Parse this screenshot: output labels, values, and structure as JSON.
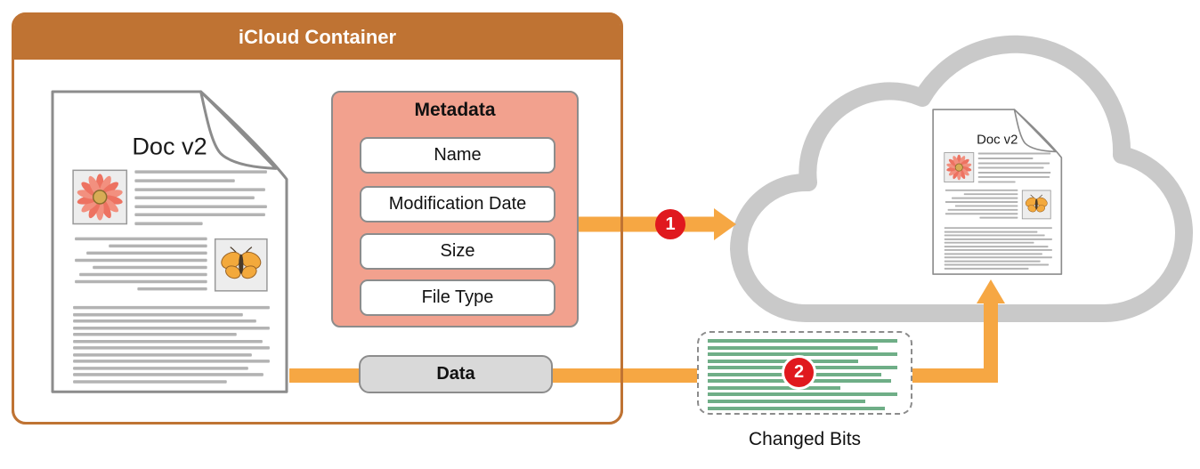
{
  "container": {
    "label": "iCloud Container"
  },
  "document": {
    "label": "Doc v2"
  },
  "cloud_document": {
    "label": "Doc v2"
  },
  "metadata": {
    "title": "Metadata",
    "fields": [
      "Name",
      "Modification Date",
      "Size",
      "File Type"
    ]
  },
  "data_pipe": {
    "label": "Data"
  },
  "changed_bits": {
    "label": "Changed Bits",
    "line_widths": [
      213,
      191,
      213,
      169,
      213,
      195,
      206,
      149,
      213,
      177,
      199,
      159
    ]
  },
  "badges": {
    "step1": "1",
    "step2": "2"
  },
  "document_figure": {
    "lines_beside_flower": [
      [
        94,
        90,
        148
      ],
      [
        94,
        100,
        112
      ],
      [
        94,
        110,
        146
      ],
      [
        94,
        119,
        134
      ],
      [
        94,
        129,
        148
      ],
      [
        94,
        138,
        146
      ],
      [
        94,
        148,
        76
      ]
    ],
    "lines_mid": [
      [
        27,
        165,
        148
      ],
      [
        65,
        173,
        110
      ],
      [
        40,
        181,
        135
      ],
      [
        27,
        189,
        148
      ],
      [
        47,
        197,
        128
      ],
      [
        32,
        205,
        143
      ],
      [
        27,
        213,
        148
      ],
      [
        97,
        221,
        78
      ]
    ],
    "lines_bottom": [
      [
        25,
        242,
        220
      ],
      [
        25,
        250,
        190
      ],
      [
        25,
        257,
        205
      ],
      [
        25,
        265,
        220
      ],
      [
        25,
        272,
        183
      ],
      [
        25,
        280,
        212
      ],
      [
        25,
        287,
        220
      ],
      [
        25,
        295,
        200
      ],
      [
        25,
        302,
        220
      ],
      [
        25,
        310,
        196
      ],
      [
        25,
        317,
        213
      ],
      [
        25,
        325,
        172
      ]
    ]
  },
  "colors": {
    "container_orange": "#BF7333",
    "arrow_orange": "#F6A743",
    "metadata_pink": "#F2A18E",
    "badge_red": "#E0191E",
    "green_line": "#6FAE87",
    "cloud_gray": "#C9C9C9",
    "doc_line_gray": "#B3B3B3",
    "data_gray": "#D9D9D9",
    "stroke_gray": "#8C8C8C"
  }
}
